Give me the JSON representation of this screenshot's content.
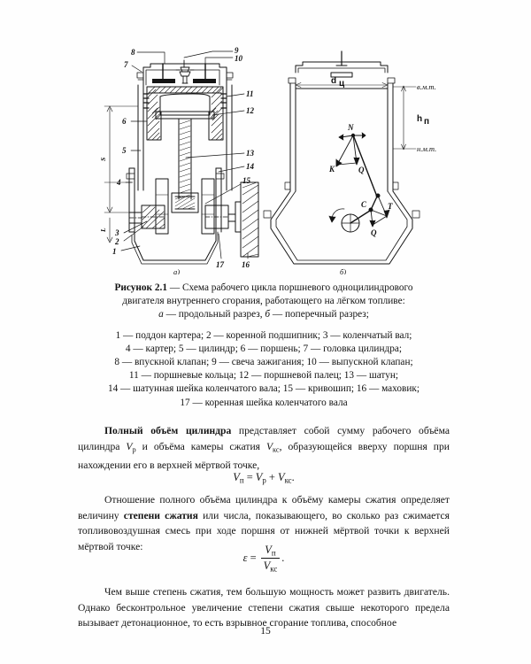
{
  "page": {
    "number": "15",
    "background": "#ffffff",
    "ink": "#131313"
  },
  "figure": {
    "label": "Рисунок 2.1",
    "dash": " — ",
    "title_line1": "Схема рабочего цикла поршневого одноцилиндрового",
    "title_line2": "двигателя внутреннего сгорания, работающего на лёгком топливе:",
    "subcaption": {
      "a_letter": "а",
      "a_text": " — продольный разрез, ",
      "b_letter": "б",
      "b_text": " — поперечный разрез;"
    },
    "legend_lines": [
      "1 — поддон картера; 2 — коренной подшипник; 3 — коленчатый вал;",
      "4 — картер; 5 — цилиндр; 6 — поршень; 7 — головка цилиндра;",
      "8 — впускной клапан; 9 — свеча зажигания; 10 — выпускной клапан;",
      "11 — поршневые кольца; 12 — поршневой палец; 13 — шатун;",
      "14 — шатунная шейка коленчатого вала; 15 — кривошип; 16 — маховик;",
      "17 — коренная шейка коленчатого вала"
    ],
    "diagram_a": {
      "sub_label": "а)",
      "callouts": [
        "1",
        "2",
        "3",
        "4",
        "5",
        "6",
        "7",
        "8",
        "9",
        "10",
        "11",
        "12",
        "13",
        "14",
        "15",
        "16",
        "17"
      ],
      "dimension_labels": [
        "L",
        "S"
      ]
    },
    "diagram_b": {
      "sub_label": "б)",
      "bore_label": "dц",
      "stroke_label": "hп",
      "tdc_label": "в.м.т.",
      "bdc_label": "н.м.т.",
      "force_labels": [
        "N",
        "K",
        "Q",
        "C",
        "T"
      ]
    }
  },
  "body": {
    "p1": {
      "bold_lead": "Полный объём цилиндра",
      "text_a": " представляет собой сумму рабочего объёма цилиндра ",
      "var1": "V",
      "var1_sub": "р",
      "text_b": " и объёма камеры сжатия ",
      "var2": "V",
      "var2_sub": "кс",
      "text_c": ", образующейся вверху поршня при нахождении его в верхней мёртвой точке,"
    },
    "formula1": {
      "lhs": "V",
      "lhs_sub": "п",
      "eq": " = ",
      "rhs1": "V",
      "rhs1_sub": "р",
      "plus": " + ",
      "rhs2": "V",
      "rhs2_sub": "кс",
      "period": "."
    },
    "p2": {
      "text_a": "Отношение полного объёма цилиндра к объёму камеры сжатия определяет величину ",
      "bold_term": "степени сжатия",
      "text_b": " или числа, показывающего, во сколько раз сжимается топливовоздушная смесь при ходе поршня от нижней мёртвой точки к верхней мёртвой точке:"
    },
    "formula2": {
      "lhs": "ε",
      "eq": " = ",
      "num": "V",
      "num_sub": "п",
      "den": "V",
      "den_sub": "кс",
      "period": "."
    },
    "p3": {
      "text": "Чем выше степень сжатия, тем большую мощность может развить двигатель. Однако бесконтрольное увеличение степени сжатия свыше некоторого предела вызывает детонационное, то есть взрывное сгорание топлива, способное"
    }
  }
}
